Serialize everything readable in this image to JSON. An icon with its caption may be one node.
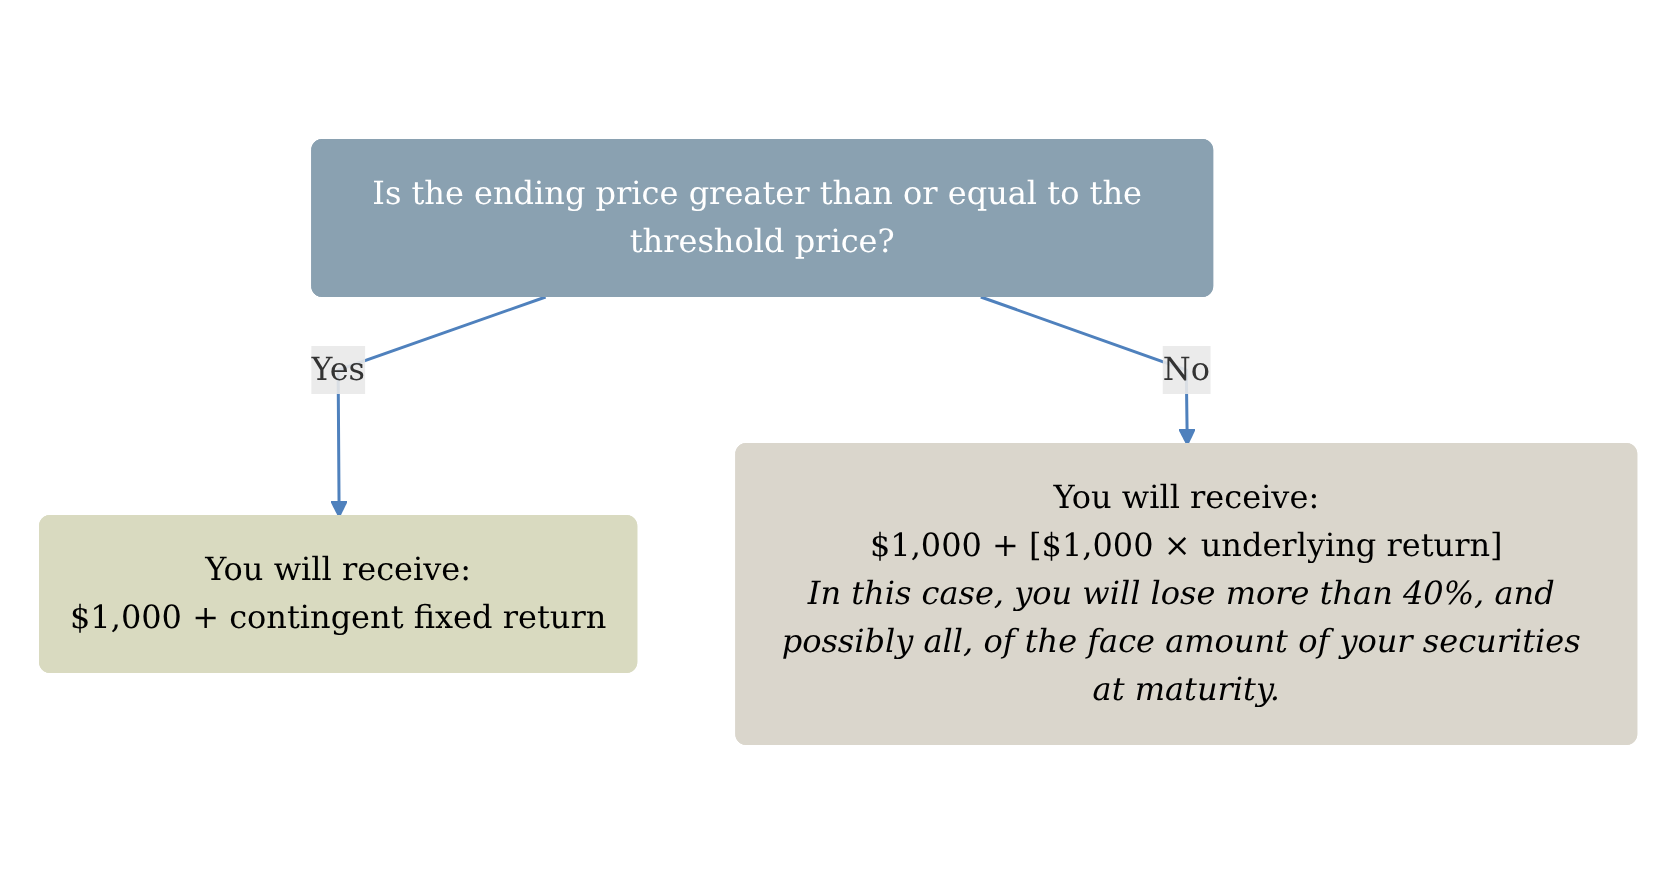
{
  "diagram": {
    "nodes": [
      {
        "text": [
          "Is the ending price greater than or equal to the threshold price?"
        ]
      },
      {
        "text": [
          "You will receive:",
          "$1,000 + contingent fixed return"
        ]
      },
      {
        "text": [
          "You will receive:",
          "$1,000 + [$1,000 × underlying return]",
          "In this case, you will lose more than 40%, and possibly all, of the face amount of your securities at maturity."
        ]
      }
    ],
    "edges": [
      {
        "from": 0,
        "to": 1,
        "arrow": "to",
        "label": "Yes"
      },
      {
        "from": 0,
        "to": 2,
        "arrow": "to",
        "label": "No"
      }
    ]
  }
}
